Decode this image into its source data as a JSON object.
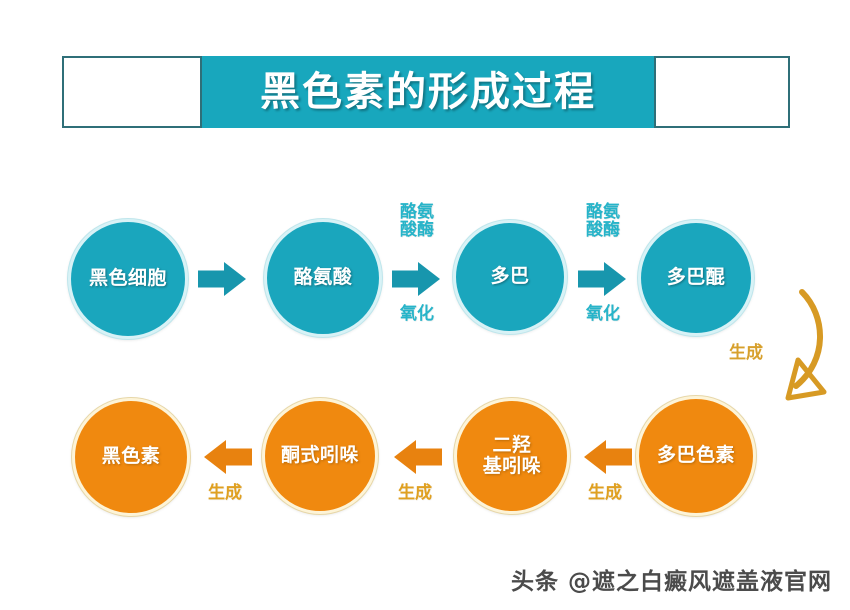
{
  "title": {
    "text": "黑色素的形成过程",
    "banner_color": "#18a7bd",
    "side_box_border": "#2f6f78"
  },
  "colors": {
    "teal": "#1aa6bd",
    "teal_arrow": "#1896ad",
    "teal_label": "#27b4c9",
    "orange": "#f0890f",
    "orange_arrow": "#e8820f",
    "orange_label": "#e0a020",
    "curve_arrow": "#d79a24",
    "background": "#ffffff"
  },
  "flow": {
    "top_row": [
      {
        "id": "melanocyte",
        "label": "黑色细胞",
        "color": "teal"
      },
      {
        "id": "tyrosine",
        "label": "酪氨酸",
        "color": "teal"
      },
      {
        "id": "dopa",
        "label": "多巴",
        "color": "teal"
      },
      {
        "id": "dopaquinone",
        "label": "多巴醌",
        "color": "teal"
      }
    ],
    "bottom_row": [
      {
        "id": "melanin",
        "label": "黑色素",
        "color": "orange"
      },
      {
        "id": "indolequinone",
        "label": "酮式吲哚",
        "color": "orange"
      },
      {
        "id": "dhi",
        "label": "二羟\n基吲哚",
        "color": "orange"
      },
      {
        "id": "dopachrome",
        "label": "多巴色素",
        "color": "orange"
      }
    ],
    "top_arrows": [
      {
        "id": "arrow-1",
        "direction": "right",
        "above": "",
        "below": ""
      },
      {
        "id": "arrow-2",
        "direction": "right",
        "above": "酪氨\n酸酶",
        "below": "氧化"
      },
      {
        "id": "arrow-3",
        "direction": "right",
        "above": "酪氨\n酸酶",
        "below": "氧化"
      }
    ],
    "bottom_arrows": [
      {
        "id": "arrow-4",
        "direction": "left",
        "below": "生成"
      },
      {
        "id": "arrow-5",
        "direction": "left",
        "below": "生成"
      },
      {
        "id": "arrow-6",
        "direction": "left",
        "below": "生成"
      }
    ],
    "curve_connector": {
      "id": "curve-dopaquinone-to-dopachrome",
      "label": "生成",
      "direction": "down"
    }
  },
  "footer": {
    "watermark": "头条 @遮之白癜风遮盖液官网"
  }
}
